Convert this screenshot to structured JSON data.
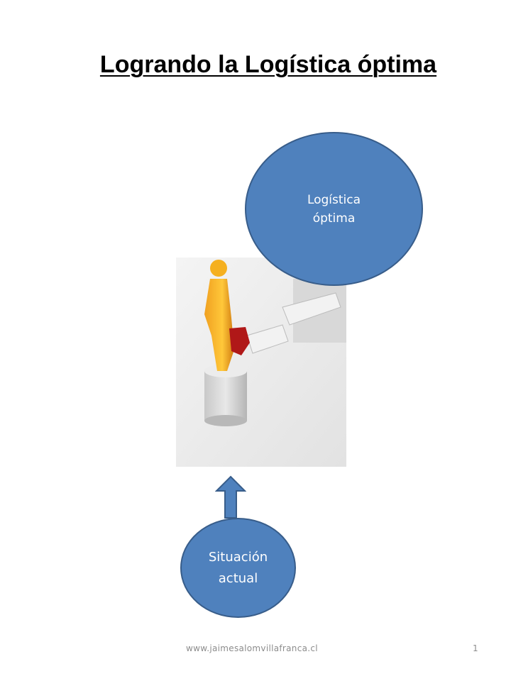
{
  "title": "Logrando la Logística óptima",
  "goal_oval": {
    "line1": "Logística",
    "line2": "óptima"
  },
  "current_oval": {
    "line1": "Situación",
    "line2": "actual"
  },
  "footer": {
    "url": "www.jaimesalomvillafranca.cl",
    "page_number": "1"
  },
  "colors": {
    "oval_fill": "#4f81bd",
    "oval_border": "#385d8a"
  }
}
